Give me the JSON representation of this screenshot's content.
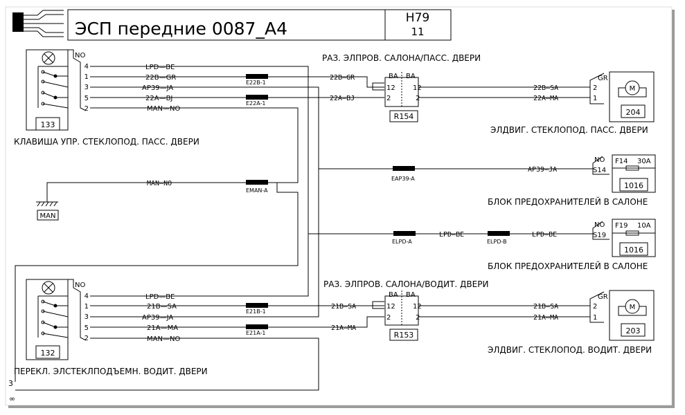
{
  "title_block": {
    "title": "ЭСП передние 0087_A4",
    "sheet_code": "H79",
    "sheet_number": "11"
  },
  "components": {
    "c133": {
      "id": "133",
      "caption": "КЛАВИША УПР. СТЕКЛОПОД. ПАСС. ДВЕРИ"
    },
    "c132": {
      "id": "132",
      "caption": "ПЕРЕКЛ. ЭЛСТЕКЛПОДЪЕМН. ВОДИТ. ДВЕРИ"
    },
    "c204": {
      "id": "204",
      "caption": "ЭЛДВИГ. СТЕКЛОПОД. ПАСС. ДВЕРИ"
    },
    "c203": {
      "id": "203",
      "caption": "ЭЛДВИГ. СТЕКЛОПОД. ВОДИТ. ДВЕРИ"
    },
    "f1016a": {
      "id": "1016",
      "caption": "БЛОК ПРЕДОХРАНИТЕЛЕЙ В САЛОНЕ",
      "fuse": "F14",
      "rating": "30A",
      "pin": "S14",
      "color": "NO"
    },
    "f1016b": {
      "id": "1016",
      "caption": "БЛОК ПРЕДОХРАНИТЕЛЕЙ В САЛОНЕ",
      "fuse": "F19",
      "rating": "10A",
      "pin": "S19",
      "color": "NO"
    },
    "r154": {
      "id": "R154",
      "caption": "РАЗ. ЭЛПРОВ. САЛОНА/ПАСС. ДВЕРИ"
    },
    "r153": {
      "id": "R153",
      "caption": "РАЗ. ЭЛПРОВ. САЛОНА/ВОДИТ. ДВЕРИ"
    },
    "ground": {
      "label": "MAN"
    }
  },
  "switch_pins": {
    "connector_color": "NO",
    "p4": "4",
    "p1": "1",
    "p3": "3",
    "p5": "5",
    "p2": "2"
  },
  "wires_upper": {
    "w4": "LPD—BE",
    "w1": "22B—GR",
    "w3": "AP39—JA",
    "w5": "22A—BJ",
    "w2": "MAN—NO"
  },
  "wires_lower": {
    "w4": "LPD—BE",
    "w1": "21B—SA",
    "w3": "AP39—JA",
    "w5": "21A—MA",
    "w2": "MAN—NO"
  },
  "splices": {
    "e22b": "E22B-1",
    "e22a": "E22A-1",
    "eman": "EMAN-A",
    "eap39": "EAP39-A",
    "elpda": "ELPD-A",
    "elpdb": "ELPD-B",
    "e21b": "E21B-1",
    "e21a": "E21A-1"
  },
  "middle_wires": {
    "man": "MAN—NO",
    "ap39": "AP39—JA",
    "lpd1": "LPD—BE",
    "lpd2": "LPD—BE",
    "r154_in_b": "22B—GR",
    "r154_in_a": "22A—BJ",
    "r153_in_b": "21B—SA",
    "r153_in_a": "21A—MA"
  },
  "connector_r154": {
    "color_left": "BA",
    "color_right": "BA",
    "pin_a_left": "12",
    "pin_a_right": "12",
    "pin_b_left": "2",
    "pin_b_right": "2"
  },
  "connector_r153": {
    "color_left": "BA",
    "color_right": "BA",
    "pin_a_left": "12",
    "pin_a_right": "12",
    "pin_b_left": "2",
    "pin_b_right": "2"
  },
  "motor_204": {
    "color": "GR",
    "pin_top": "2",
    "pin_bottom": "1",
    "wire_top": "22B—SA",
    "wire_bottom": "22A—MA",
    "symbol": "M"
  },
  "motor_203": {
    "color": "GR",
    "pin_top": "2",
    "pin_bottom": "1",
    "wire_top": "21B—SA",
    "wire_bottom": "21A—MA",
    "symbol": "M"
  },
  "page_marks": {
    "left_mark": "3"
  }
}
